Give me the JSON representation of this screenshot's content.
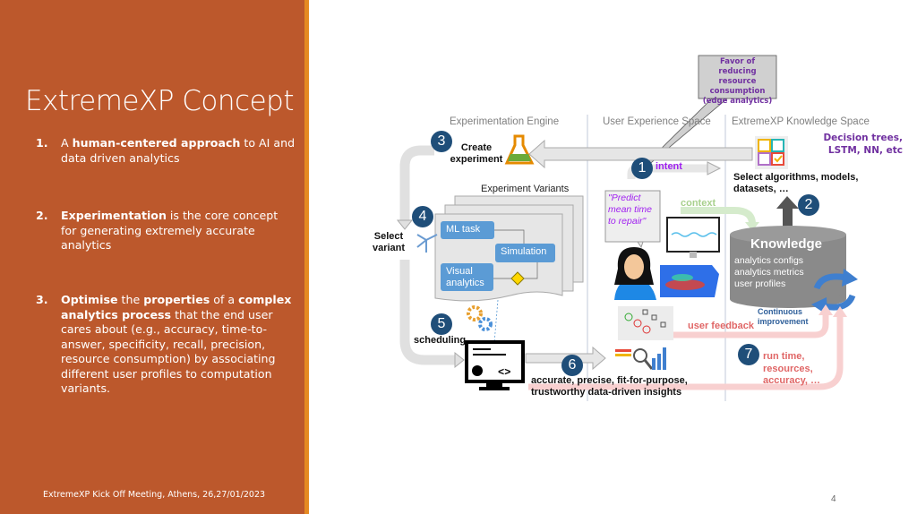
{
  "slide": {
    "title": "ExtremeXP Concept",
    "items": [
      {
        "number": "1.",
        "segments": [
          {
            "text": "A ",
            "bold": false
          },
          {
            "text": "human-centered approach",
            "bold": true
          },
          {
            "text": " to AI and data driven analytics",
            "bold": false
          }
        ]
      },
      {
        "number": "2.",
        "segments": [
          {
            "text": "Experimentation",
            "bold": true
          },
          {
            "text": " is the core concept for generating extremely accurate analytics",
            "bold": false
          }
        ]
      },
      {
        "number": "3.",
        "segments": [
          {
            "text": "Optimise",
            "bold": true
          },
          {
            "text": " the ",
            "bold": false
          },
          {
            "text": "properties",
            "bold": true
          },
          {
            "text": " of a ",
            "bold": false
          },
          {
            "text": "complex analytics process",
            "bold": true
          },
          {
            "text": " that the end user cares about (e.g., accuracy, time-to-answer, specificity, recall, precision, resource consumption) by associating different user profiles to computation variants.",
            "bold": false
          }
        ]
      }
    ],
    "footer": "ExtremeXP Kick Off Meeting, Athens, 26,27/01/2023",
    "page_number": "4",
    "colors": {
      "left_panel": "#bc582c",
      "accent_strip": "#e58a22",
      "step_circle": "#1f4e79",
      "task_box": "#5b9bd5",
      "highlight_purple": "#a020f0",
      "feedback_red": "#e06666"
    }
  },
  "diagram": {
    "headers": {
      "engine": "Experimentation Engine",
      "ux": "User Experience Space",
      "knowledge": "ExtremeXP Knowledge Space"
    },
    "callout": "Favor of reducing resource consumption (edge analytics)",
    "steps": {
      "s1": "1",
      "s2": "2",
      "s3": "3",
      "s4": "4",
      "s5": "5",
      "s6": "6",
      "s7": "7"
    },
    "create_experiment": "Create experiment",
    "experiment_variants": "Experiment Variants",
    "ml_task": "ML task",
    "simulation": "Simulation",
    "visual_analytics": "Visual analytics",
    "select_variant": "Select variant",
    "scheduling": "scheduling",
    "insights_line1": "accurate, precise, fit-for-purpose,",
    "insights_line2": "trustworthy data-driven insights",
    "intent": "intent",
    "quote": "\"Predict mean time to repair\"",
    "context": "context",
    "decision_trees": "Decision trees, LSTM, NN, etc",
    "select_algorithms": "Select algorithms, models, datasets, …",
    "knowledge_title": "Knowledge",
    "knowledge_items": [
      "analytics configs",
      "analytics metrics",
      "user profiles"
    ],
    "continuous_improvement": "Continuous improvement",
    "user_feedback": "user feedback",
    "run_time": "run time, resources, accuracy, …"
  }
}
